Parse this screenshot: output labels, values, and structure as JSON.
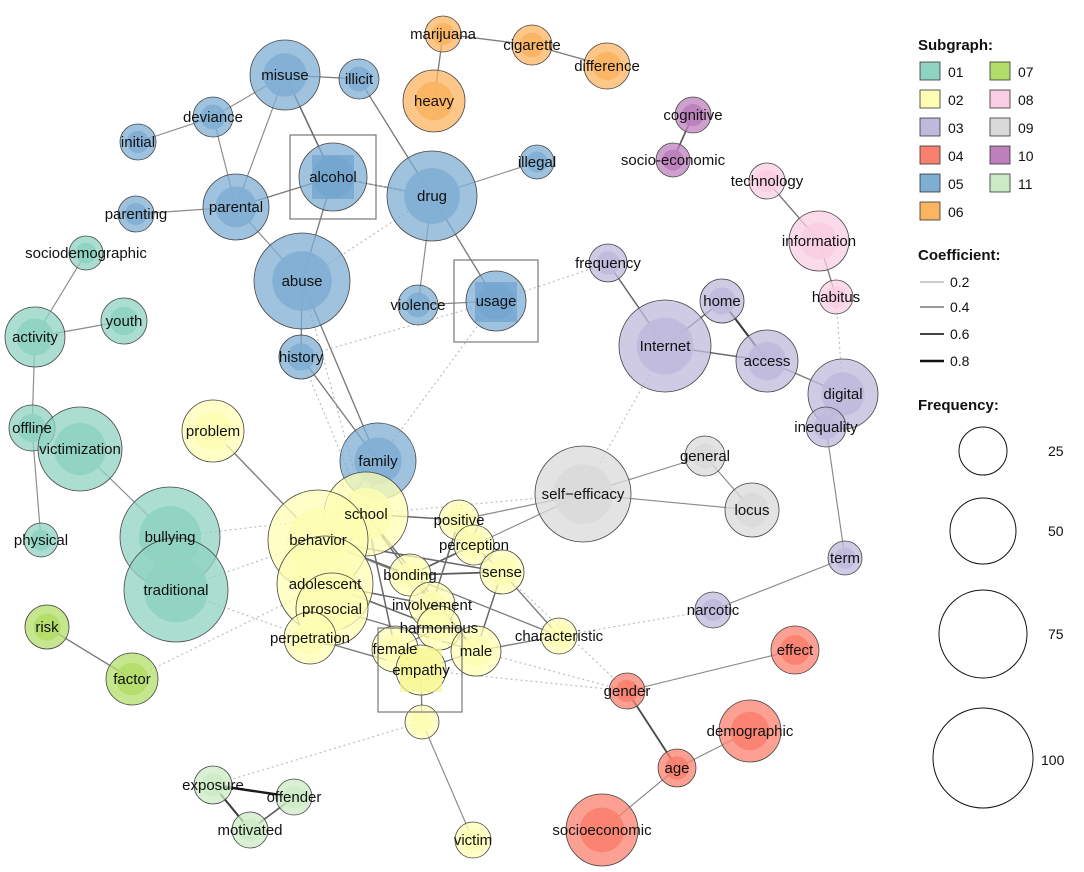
{
  "legend": {
    "subgraph_title": "Subgraph:",
    "coefficient_title": "Coefficient:",
    "frequency_title": "Frequency:",
    "subgraphs": [
      {
        "label": "01",
        "color": "#8fd3c1"
      },
      {
        "label": "02",
        "color": "#fdfdb3"
      },
      {
        "label": "03",
        "color": "#bfbadb"
      },
      {
        "label": "04",
        "color": "#f9806f"
      },
      {
        "label": "05",
        "color": "#7faed3"
      },
      {
        "label": "06",
        "color": "#fbb462"
      },
      {
        "label": "07",
        "color": "#b3dd69"
      },
      {
        "label": "08",
        "color": "#f9cde3"
      },
      {
        "label": "09",
        "color": "#d9d9d9"
      },
      {
        "label": "10",
        "color": "#bc80bc"
      },
      {
        "label": "11",
        "color": "#ccebc5"
      }
    ],
    "coefficients": [
      "0.2",
      "0.4",
      "0.6",
      "0.8"
    ],
    "frequencies": [
      "25",
      "50",
      "75",
      "100"
    ]
  },
  "nodes": [
    {
      "id": "marijuana",
      "label": "marijuana",
      "group": "06"
    },
    {
      "id": "cigarette",
      "label": "cigarette",
      "group": "06"
    },
    {
      "id": "difference",
      "label": "difference",
      "group": "06"
    },
    {
      "id": "heavy",
      "label": "heavy",
      "group": "06"
    },
    {
      "id": "misuse",
      "label": "misuse",
      "group": "05"
    },
    {
      "id": "illicit",
      "label": "illicit",
      "group": "05"
    },
    {
      "id": "deviance",
      "label": "deviance",
      "group": "05"
    },
    {
      "id": "initial",
      "label": "initial",
      "group": "05"
    },
    {
      "id": "parenting",
      "label": "parenting",
      "group": "05"
    },
    {
      "id": "parental",
      "label": "parental",
      "group": "05"
    },
    {
      "id": "alcohol",
      "label": "alcohol",
      "group": "05"
    },
    {
      "id": "drug",
      "label": "drug",
      "group": "05"
    },
    {
      "id": "illegal",
      "label": "illegal",
      "group": "05"
    },
    {
      "id": "abuse",
      "label": "abuse",
      "group": "05"
    },
    {
      "id": "usage",
      "label": "usage",
      "group": "05"
    },
    {
      "id": "violence",
      "label": "violence",
      "group": "05"
    },
    {
      "id": "history",
      "label": "history",
      "group": "05"
    },
    {
      "id": "family",
      "label": "family",
      "group": "05"
    },
    {
      "id": "cognitive",
      "label": "cognitive",
      "group": "10"
    },
    {
      "id": "socio-economic",
      "label": "socio-economic",
      "group": "10"
    },
    {
      "id": "technology",
      "label": "technology",
      "group": "08"
    },
    {
      "id": "information",
      "label": "information",
      "group": "08"
    },
    {
      "id": "habitus",
      "label": "habitus",
      "group": "08"
    },
    {
      "id": "frequency",
      "label": "frequency",
      "group": "03"
    },
    {
      "id": "home",
      "label": "home",
      "group": "03"
    },
    {
      "id": "internet",
      "label": "Internet",
      "group": "03"
    },
    {
      "id": "access",
      "label": "access",
      "group": "03"
    },
    {
      "id": "digital",
      "label": "digital",
      "group": "03"
    },
    {
      "id": "inequality",
      "label": "inequality",
      "group": "03"
    },
    {
      "id": "term",
      "label": "term",
      "group": "03"
    },
    {
      "id": "narcotic",
      "label": "narcotic",
      "group": "03"
    },
    {
      "id": "general",
      "label": "general",
      "group": "09"
    },
    {
      "id": "self-efficacy",
      "label": "self−efficacy",
      "group": "09"
    },
    {
      "id": "locus",
      "label": "locus",
      "group": "09"
    },
    {
      "id": "sociodemographic",
      "label": "sociodemographic",
      "group": "01"
    },
    {
      "id": "activity",
      "label": "activity",
      "group": "01"
    },
    {
      "id": "youth",
      "label": "youth",
      "group": "01"
    },
    {
      "id": "offline",
      "label": "offline",
      "group": "01"
    },
    {
      "id": "victimization",
      "label": "victimization",
      "group": "01"
    },
    {
      "id": "physical",
      "label": "physical",
      "group": "01"
    },
    {
      "id": "bullying",
      "label": "bullying",
      "group": "01"
    },
    {
      "id": "traditional",
      "label": "traditional",
      "group": "01"
    },
    {
      "id": "risk",
      "label": "risk",
      "group": "07"
    },
    {
      "id": "factor",
      "label": "factor",
      "group": "07"
    },
    {
      "id": "problem",
      "label": "problem",
      "group": "02"
    },
    {
      "id": "school",
      "label": "school",
      "group": "02"
    },
    {
      "id": "behavior",
      "label": "behavior",
      "group": "02"
    },
    {
      "id": "positive",
      "label": "positive",
      "group": "02"
    },
    {
      "id": "perception",
      "label": "perception",
      "group": "02"
    },
    {
      "id": "adolescent",
      "label": "adolescent",
      "group": "02"
    },
    {
      "id": "bonding",
      "label": "bonding",
      "group": "02"
    },
    {
      "id": "sense",
      "label": "sense",
      "group": "02"
    },
    {
      "id": "prosocial",
      "label": "prosocial",
      "group": "02"
    },
    {
      "id": "involvement",
      "label": "involvement",
      "group": "02"
    },
    {
      "id": "harmonious",
      "label": "harmonious",
      "group": "02"
    },
    {
      "id": "perpetration",
      "label": "perpetration",
      "group": "02"
    },
    {
      "id": "female",
      "label": "female",
      "group": "02"
    },
    {
      "id": "male",
      "label": "male",
      "group": "02"
    },
    {
      "id": "characteristic",
      "label": "characteristic",
      "group": "02"
    },
    {
      "id": "empathy",
      "label": "empathy",
      "group": "02"
    },
    {
      "id": "blank02",
      "label": "",
      "group": "02"
    },
    {
      "id": "victim",
      "label": "victim",
      "group": "02"
    },
    {
      "id": "effect",
      "label": "effect",
      "group": "04"
    },
    {
      "id": "gender",
      "label": "gender",
      "group": "04"
    },
    {
      "id": "demographic",
      "label": "demographic",
      "group": "04"
    },
    {
      "id": "age",
      "label": "age",
      "group": "04"
    },
    {
      "id": "socioeconomic",
      "label": "socioeconomic",
      "group": "04"
    },
    {
      "id": "exposure",
      "label": "exposure",
      "group": "11"
    },
    {
      "id": "offender",
      "label": "offender",
      "group": "11"
    },
    {
      "id": "motivated",
      "label": "motivated",
      "group": "11"
    }
  ]
}
